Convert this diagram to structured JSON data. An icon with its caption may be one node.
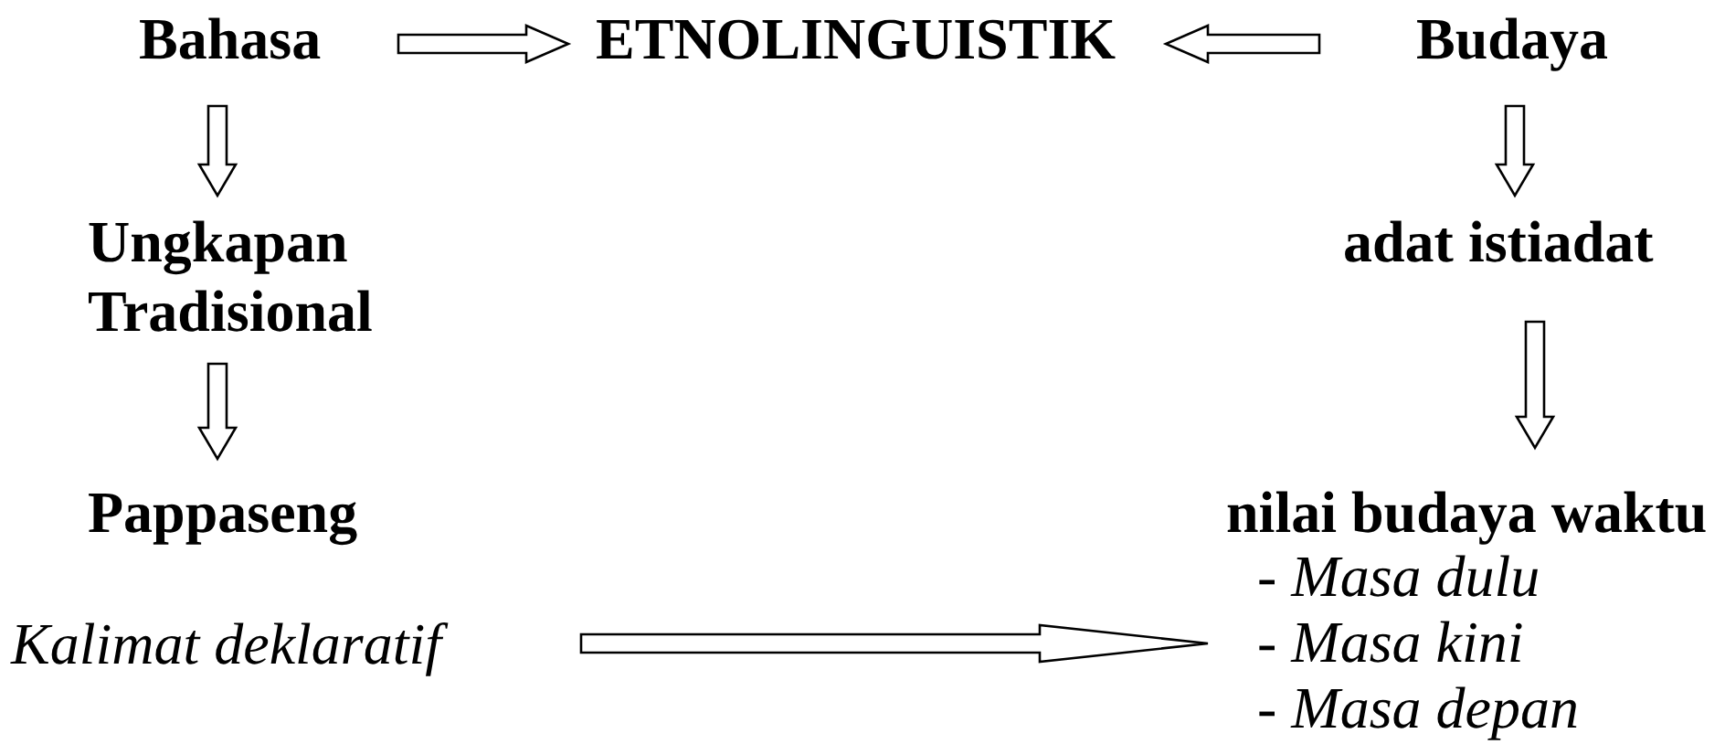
{
  "diagram": {
    "nodes": [
      {
        "text": [
          "Bahasa"
        ]
      },
      {
        "text": [
          "ETNOLINGUISTIK"
        ]
      },
      {
        "text": [
          "Budaya"
        ]
      },
      {
        "text": [
          "Ungkapan Tradisional"
        ]
      },
      {
        "text": [
          "adat istiadat"
        ]
      },
      {
        "text": [
          "Pappaseng"
        ]
      },
      {
        "text": [
          "nilai budaya waktu"
        ]
      },
      {
        "text": [
          "Kalimat deklaratif"
        ]
      },
      {
        "text": [
          "- *Masa dulu*",
          "- *Masa kini*",
          "- *Masa depan*"
        ]
      }
    ],
    "edges": [
      {
        "from": 0,
        "to": 1,
        "arrow": "to"
      },
      {
        "from": 2,
        "to": 1,
        "arrow": "to"
      },
      {
        "from": 0,
        "to": 3,
        "arrow": "to"
      },
      {
        "from": 3,
        "to": 5,
        "arrow": "to"
      },
      {
        "from": 2,
        "to": 4,
        "arrow": "to"
      },
      {
        "from": 4,
        "to": 6,
        "arrow": "to"
      },
      {
        "from": 7,
        "to": 8,
        "arrow": "to"
      }
    ]
  }
}
